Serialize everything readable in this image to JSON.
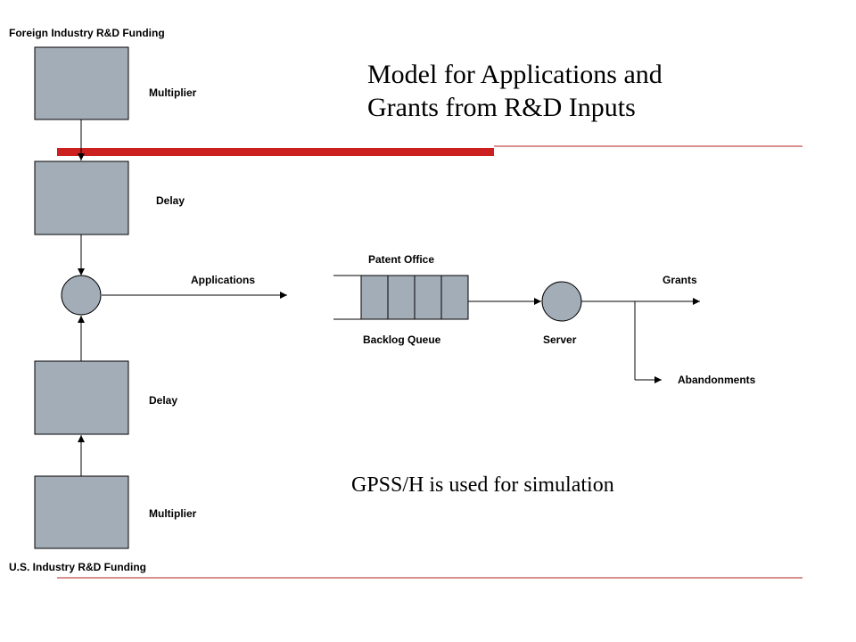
{
  "title": {
    "line1": "Model for Applications and",
    "line2": "Grants from R&D Inputs"
  },
  "labels": {
    "foreign_funding": "Foreign Industry R&D Funding",
    "us_funding": "U.S. Industry R&D Funding",
    "multiplier_top": "Multiplier",
    "delay_top": "Delay",
    "delay_bottom": "Delay",
    "multiplier_bottom": "Multiplier",
    "applications": "Applications",
    "patent_office": "Patent Office",
    "backlog_queue": "Backlog Queue",
    "server": "Server",
    "grants": "Grants",
    "abandonments": "Abandonments"
  },
  "note": "GPSS/H is used for simulation",
  "colors": {
    "box_fill": "#a3adb8",
    "accent_bar": "#cc1f1f",
    "rule_line": "#b22222"
  }
}
